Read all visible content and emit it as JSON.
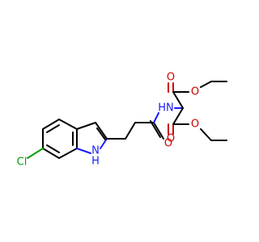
{
  "molecule": {
    "atoms": {
      "cl": {
        "text": "Cl",
        "color": "#00a000"
      },
      "nh_indole": {
        "text": "N",
        "h_text": "H",
        "color": "#1a1aff"
      },
      "nh_amide": {
        "text": "HN",
        "color": "#1a1aff"
      },
      "o_amide": {
        "text": "O",
        "color": "#cc0000"
      },
      "o_carbonyl_top": {
        "text": "O",
        "color": "#cc0000"
      },
      "o_ether_top": {
        "text": "O",
        "color": "#cc0000"
      },
      "o_carbonyl_bottom": {
        "text": "O",
        "color": "#cc0000"
      },
      "o_ether_bottom": {
        "text": "O",
        "color": "#cc0000"
      }
    }
  }
}
